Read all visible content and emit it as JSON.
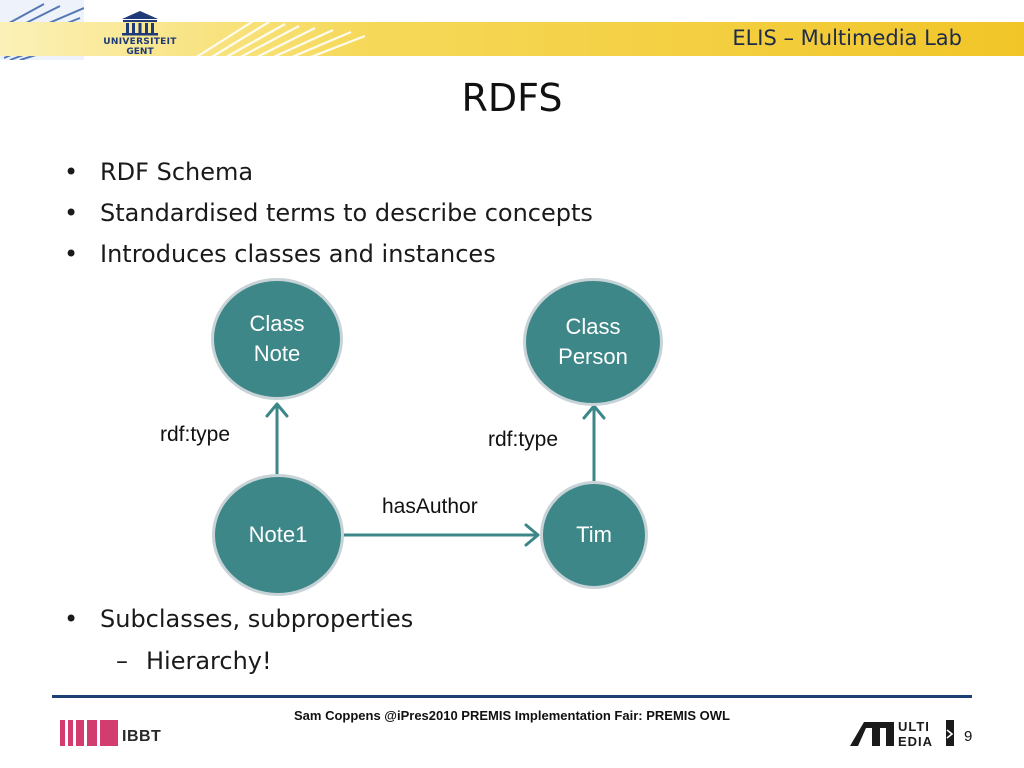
{
  "header": {
    "banner_text": "ELIS – Multimedia Lab",
    "logo_line1": "UNIVERSITEIT",
    "logo_line2": "GENT"
  },
  "slide": {
    "title": "RDFS",
    "bullets": [
      "RDF Schema",
      "Standardised terms to describe concepts",
      "Introduces classes and instances"
    ],
    "bullets_after": [
      "Subclasses, subproperties"
    ],
    "sub_bullet": "Hierarchy!",
    "bullet_glyph": "•",
    "dash_glyph": "–"
  },
  "diagram": {
    "nodes": {
      "class_note": {
        "line1": "Class",
        "line2": "Note"
      },
      "class_person": {
        "line1": "Class",
        "line2": "Person"
      },
      "note1": {
        "label": "Note1"
      },
      "tim": {
        "label": "Tim"
      }
    },
    "edges": {
      "note1_type": "rdf:type",
      "tim_type": "rdf:type",
      "has_author": "hasAuthor"
    },
    "colors": {
      "node_fill": "#3d8789",
      "node_border": "#c7d3d6",
      "arrow": "#3d8789"
    }
  },
  "footer": {
    "text": "Sam Coppens @iPres2010 PREMIS Implementation Fair: PREMIS OWL",
    "ibbt_label": "IBBT",
    "multimedia_logo_text": "MULTIMEDIA",
    "page_number": "9"
  }
}
